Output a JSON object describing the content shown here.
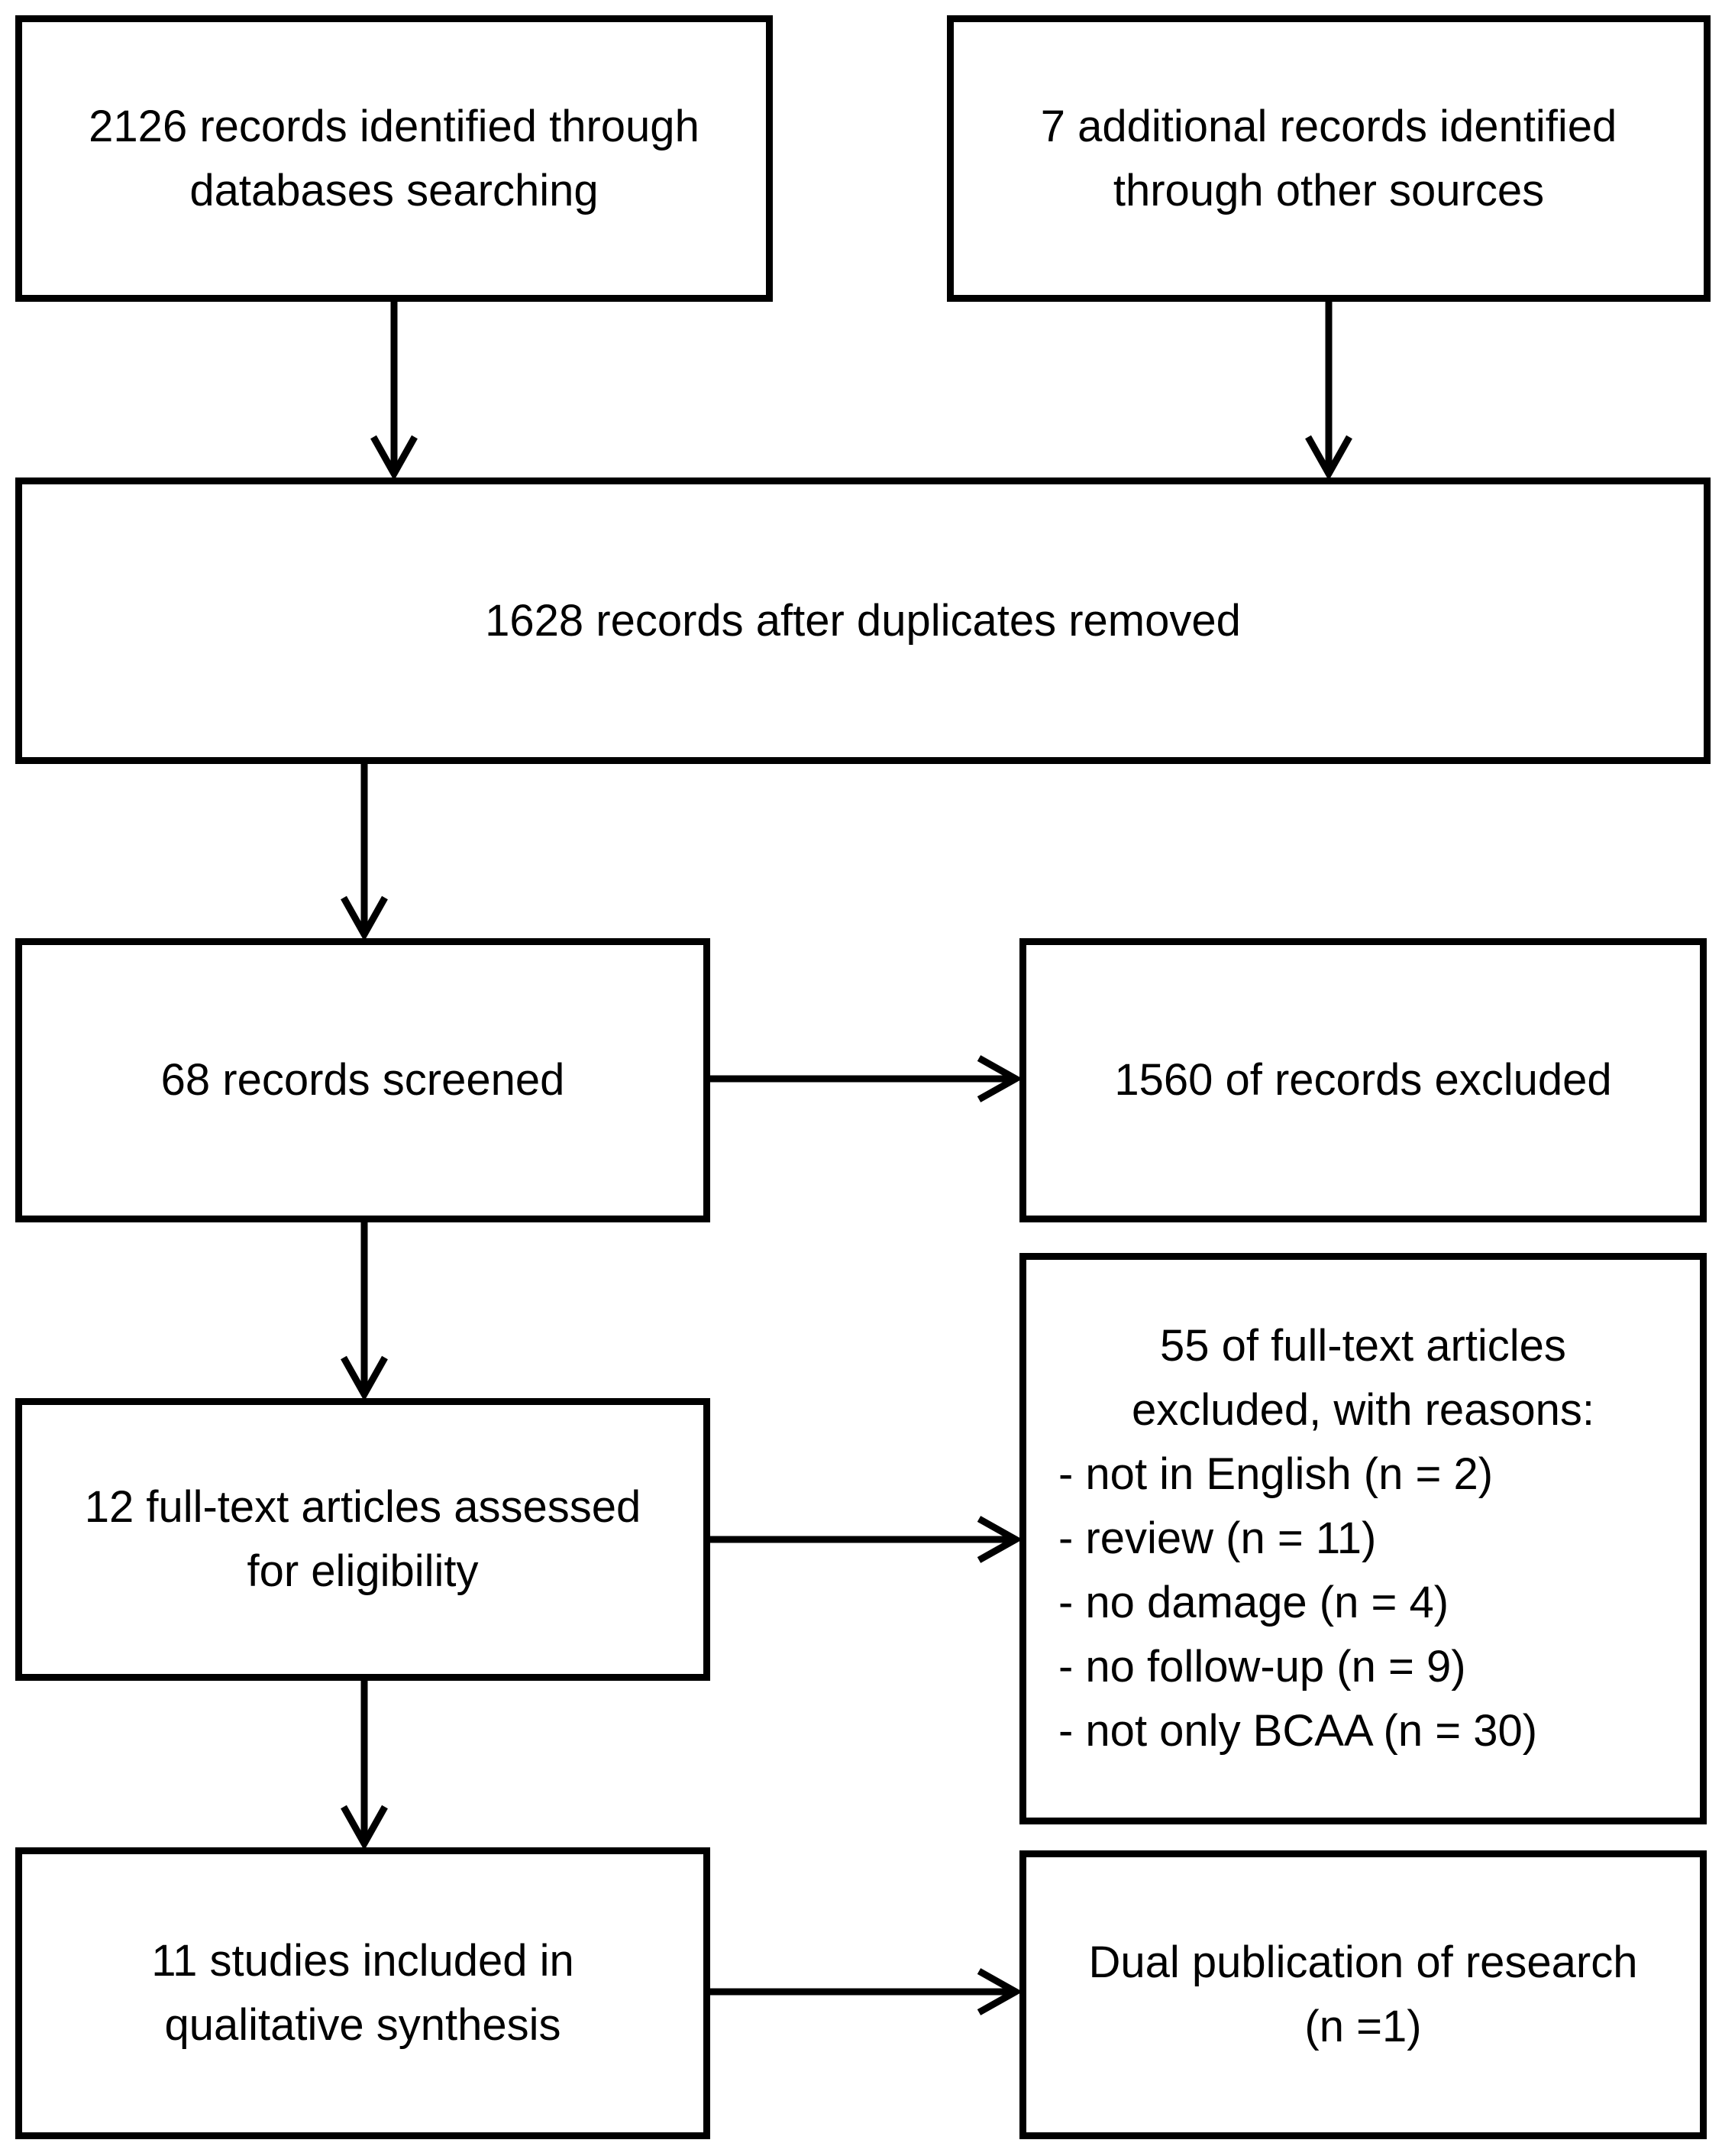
{
  "diagram": {
    "type": "prisma-flow-diagram",
    "colors": {
      "border": "#000000",
      "text": "#000000",
      "background": "#ffffff"
    },
    "boxes": {
      "records_identified": {
        "lines": [
          "2126 records identified through",
          "databases searching"
        ]
      },
      "additional_records": {
        "lines": [
          "7 additional records identified",
          "through other sources"
        ]
      },
      "after_duplicates": {
        "lines": [
          "1628 records after duplicates removed"
        ]
      },
      "records_screened": {
        "lines": [
          "68 records screened"
        ]
      },
      "records_excluded": {
        "lines": [
          "1560 of records excluded"
        ]
      },
      "fulltext_assessed": {
        "lines": [
          "12 full-text articles assessed",
          "for eligibility"
        ]
      },
      "fulltext_excluded": {
        "header_lines": [
          "55 of full-text articles",
          "excluded, with reasons:"
        ],
        "reasons": [
          "- not in English (n = 2)",
          "- review (n = 11)",
          "- no damage (n = 4)",
          "- no follow-up (n = 9)",
          "- not only BCAA (n = 30)"
        ]
      },
      "studies_included": {
        "lines": [
          "11 studies included in",
          "qualitative synthesis"
        ]
      },
      "dual_publication": {
        "lines": [
          "Dual publication of research",
          "(n =1)"
        ]
      }
    }
  }
}
